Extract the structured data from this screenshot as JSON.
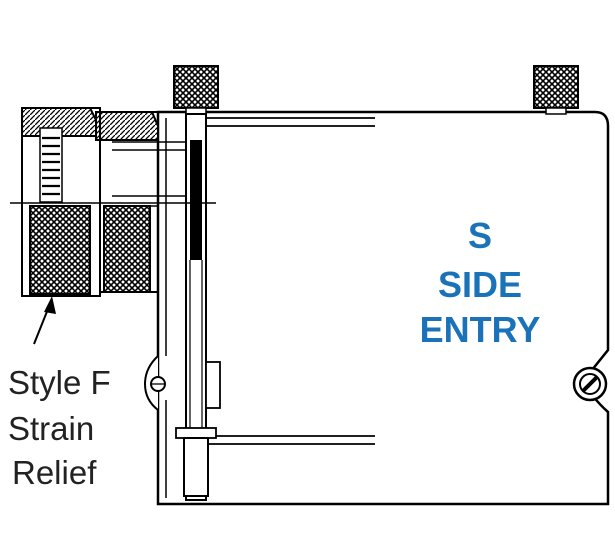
{
  "figure": {
    "entry_label": {
      "line1": "S",
      "line2": "SIDE",
      "line3": "ENTRY"
    },
    "callout": {
      "line1": "Style F",
      "line2": "Strain",
      "line3": "Relief"
    },
    "colors": {
      "entry_label": "#1a73b8",
      "outline": "#000000"
    }
  }
}
